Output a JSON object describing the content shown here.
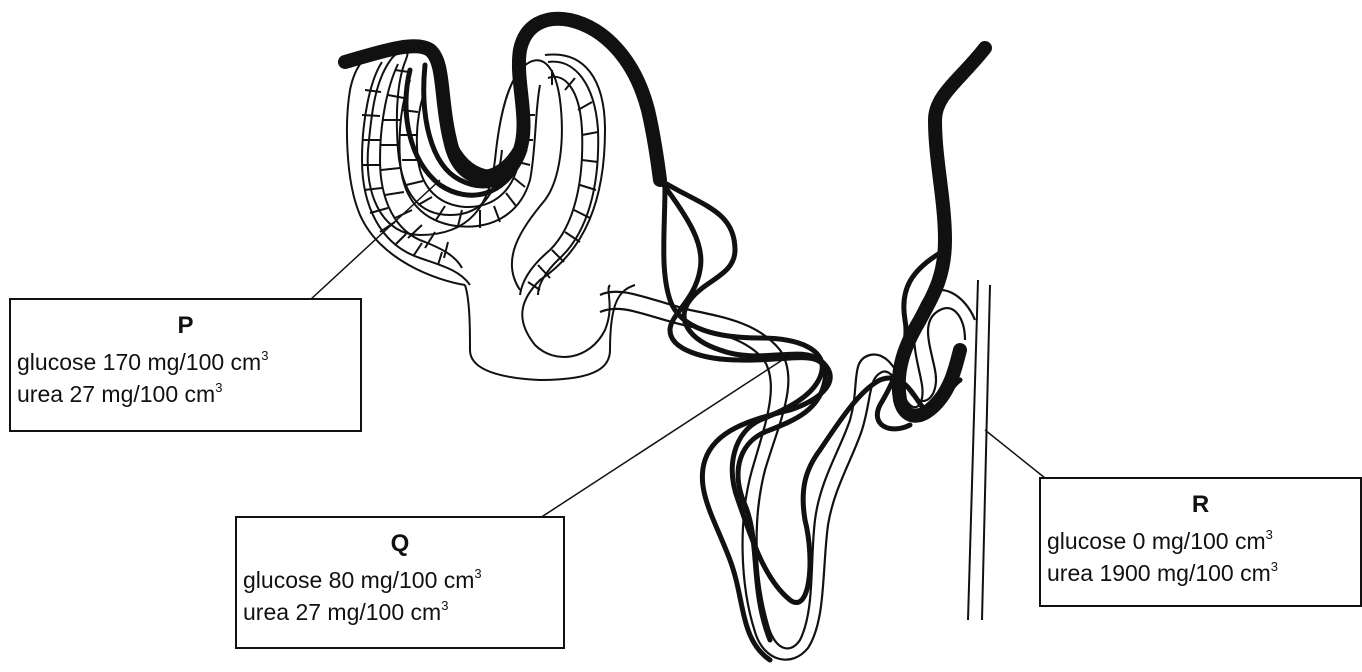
{
  "diagram": {
    "boxes": [
      {
        "id": "P",
        "letter": "P",
        "glucose": {
          "label": "glucose",
          "value": "170",
          "unit": "mg/100 cm",
          "sup": "3"
        },
        "urea": {
          "label": "urea",
          "value": "27",
          "unit": "mg/100 cm",
          "sup": "3"
        }
      },
      {
        "id": "Q",
        "letter": "Q",
        "glucose": {
          "label": "glucose",
          "value": "80",
          "unit": "mg/100 cm",
          "sup": "3"
        },
        "urea": {
          "label": "urea",
          "value": "27",
          "unit": "mg/100 cm",
          "sup": "3"
        }
      },
      {
        "id": "R",
        "letter": "R",
        "glucose": {
          "label": "glucose",
          "value": "0",
          "unit": "mg/100 cm",
          "sup": "3"
        },
        "urea": {
          "label": "urea",
          "value": "1900",
          "unit": "mg/100 cm",
          "sup": "3"
        }
      }
    ]
  }
}
